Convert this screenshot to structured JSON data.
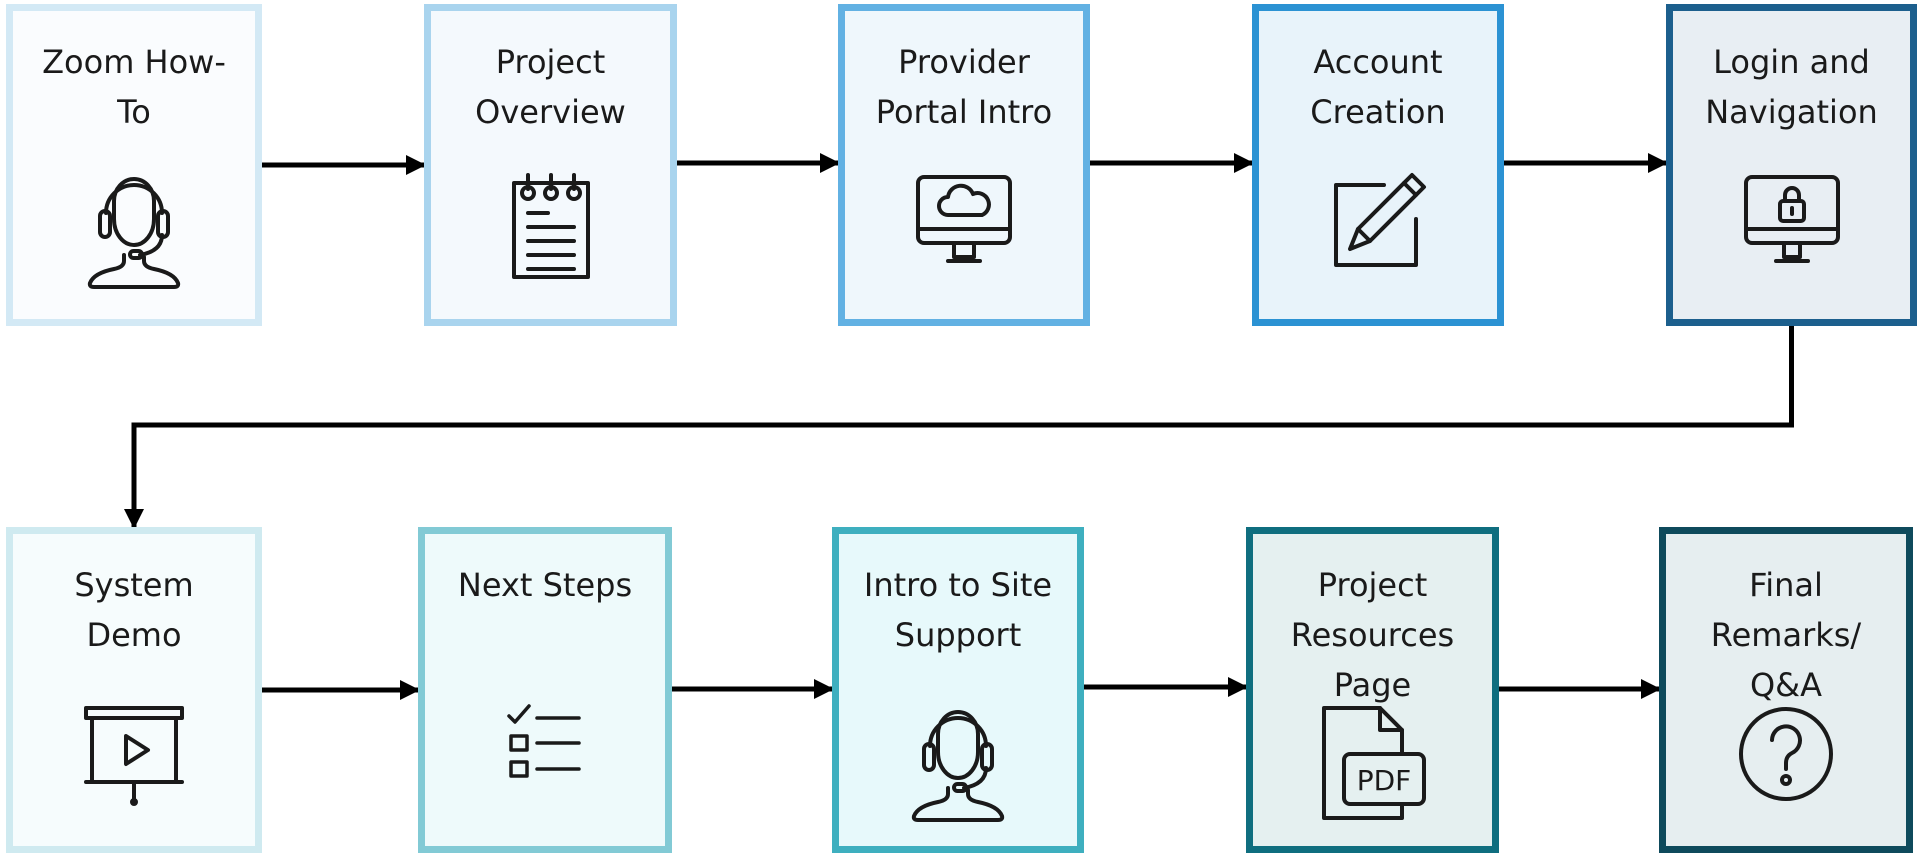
{
  "flow": {
    "row1": [
      {
        "id": "zoom-how-to",
        "label": "Zoom How-\nTo",
        "icon": "headset-user-icon",
        "border": "#d3e9f5",
        "fill": "#fafcfe"
      },
      {
        "id": "project-overview",
        "label": "Project\nOverview",
        "icon": "notepad-icon",
        "border": "#a9d4ee",
        "fill": "#f4f9fd"
      },
      {
        "id": "provider-portal-intro",
        "label": "Provider\nPortal Intro",
        "icon": "cloud-monitor-icon",
        "border": "#62b1e3",
        "fill": "#eff7fc"
      },
      {
        "id": "account-creation",
        "label": "Account\nCreation",
        "icon": "pencil-edit-icon",
        "border": "#2b92d3",
        "fill": "#e8f3fa"
      },
      {
        "id": "login-and-navigation",
        "label": "Login and\nNavigation",
        "icon": "lock-monitor-icon",
        "border": "#1c5f8d",
        "fill": "#e8eef3"
      }
    ],
    "row2": [
      {
        "id": "system-demo",
        "label": "System\nDemo",
        "icon": "presentation-board-icon",
        "border": "#cfeaf0",
        "fill": "#f6fcfd"
      },
      {
        "id": "next-steps",
        "label": "Next Steps",
        "icon": "checklist-icon",
        "border": "#82cad5",
        "fill": "#eefafb"
      },
      {
        "id": "intro-to-site-support",
        "label": "Intro to Site\nSupport",
        "icon": "headset-user-icon",
        "border": "#3eafbf",
        "fill": "#e7f9fb"
      },
      {
        "id": "project-resources-page",
        "label": "Project\nResources\nPage",
        "icon": "pdf-file-icon",
        "border": "#0f6e7f",
        "fill": "#e5f0f0"
      },
      {
        "id": "final-remarks-qa",
        "label": "Final\nRemarks/\nQ&A",
        "icon": "question-circle-icon",
        "border": "#0e4a5c",
        "fill": "#e6eef0"
      }
    ]
  },
  "colors": {
    "arrow": "#000000",
    "icon_stroke": "#1a1a1a"
  }
}
